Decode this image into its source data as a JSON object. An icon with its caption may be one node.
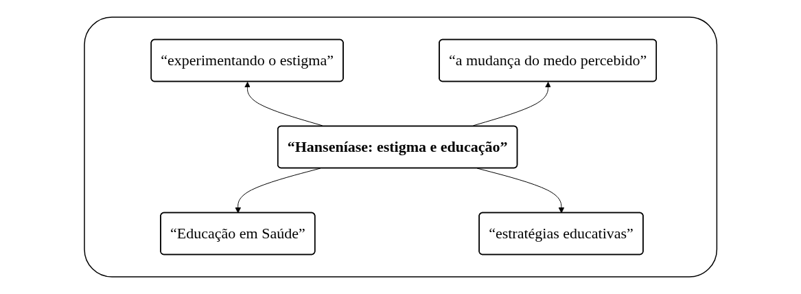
{
  "diagram": {
    "nodes": [
      {
        "text": [],
        "shape": "box"
      },
      {
        "text": [
          "“experimentando o estigma”"
        ],
        "in": 0
      },
      {
        "text": [
          "“a mudança do medo percebido”"
        ],
        "in": 0
      },
      {
        "text": [
          "“Hanseníase: estigma e educação”"
        ],
        "in": 0
      },
      {
        "text": [
          "“Educação em Saúde”"
        ],
        "in": 0
      },
      {
        "text": [
          "“estratégias educativas”"
        ],
        "in": 0
      }
    ],
    "edges": [
      {
        "from": 3,
        "to": 1,
        "arrow": "to"
      },
      {
        "from": 3,
        "to": 2,
        "arrow": "to"
      },
      {
        "from": 3,
        "to": 4,
        "arrow": "to"
      },
      {
        "from": 3,
        "to": 5,
        "arrow": "to"
      }
    ]
  }
}
